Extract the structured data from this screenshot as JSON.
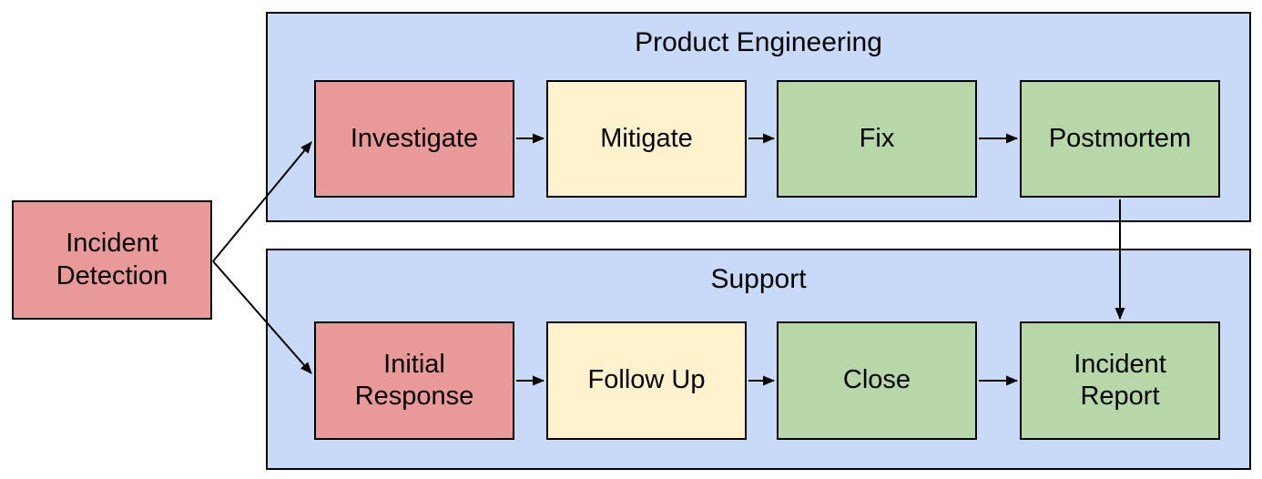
{
  "diagram": {
    "type": "flowchart-swimlane",
    "start_node": {
      "label": "Incident\nDetection",
      "fill": "#ea9999"
    },
    "lanes": [
      {
        "title": "Product Engineering",
        "nodes": [
          {
            "label": "Investigate",
            "fill": "#ea9999"
          },
          {
            "label": "Mitigate",
            "fill": "#fff2cc"
          },
          {
            "label": "Fix",
            "fill": "#b6d7a8"
          },
          {
            "label": "Postmortem",
            "fill": "#b6d7a8"
          }
        ]
      },
      {
        "title": "Support",
        "nodes": [
          {
            "label": "Initial\nResponse",
            "fill": "#ea9999"
          },
          {
            "label": "Follow Up",
            "fill": "#fff2cc"
          },
          {
            "label": "Close",
            "fill": "#b6d7a8"
          },
          {
            "label": "Incident\nReport",
            "fill": "#b6d7a8"
          }
        ]
      }
    ],
    "edges": [
      {
        "from": "Incident Detection",
        "to": "Investigate"
      },
      {
        "from": "Incident Detection",
        "to": "Initial Response"
      },
      {
        "from": "Investigate",
        "to": "Mitigate"
      },
      {
        "from": "Mitigate",
        "to": "Fix"
      },
      {
        "from": "Fix",
        "to": "Postmortem"
      },
      {
        "from": "Postmortem",
        "to": "Incident Report"
      },
      {
        "from": "Initial Response",
        "to": "Follow Up"
      },
      {
        "from": "Follow Up",
        "to": "Close"
      },
      {
        "from": "Close",
        "to": "Incident Report"
      }
    ],
    "colors": {
      "lane_fill": "#c9daf8",
      "node_red": "#ea9999",
      "node_yellow": "#fff2cc",
      "node_green": "#b6d7a8",
      "border": "#000000",
      "background": "#ffffff",
      "text": "#000000"
    }
  }
}
